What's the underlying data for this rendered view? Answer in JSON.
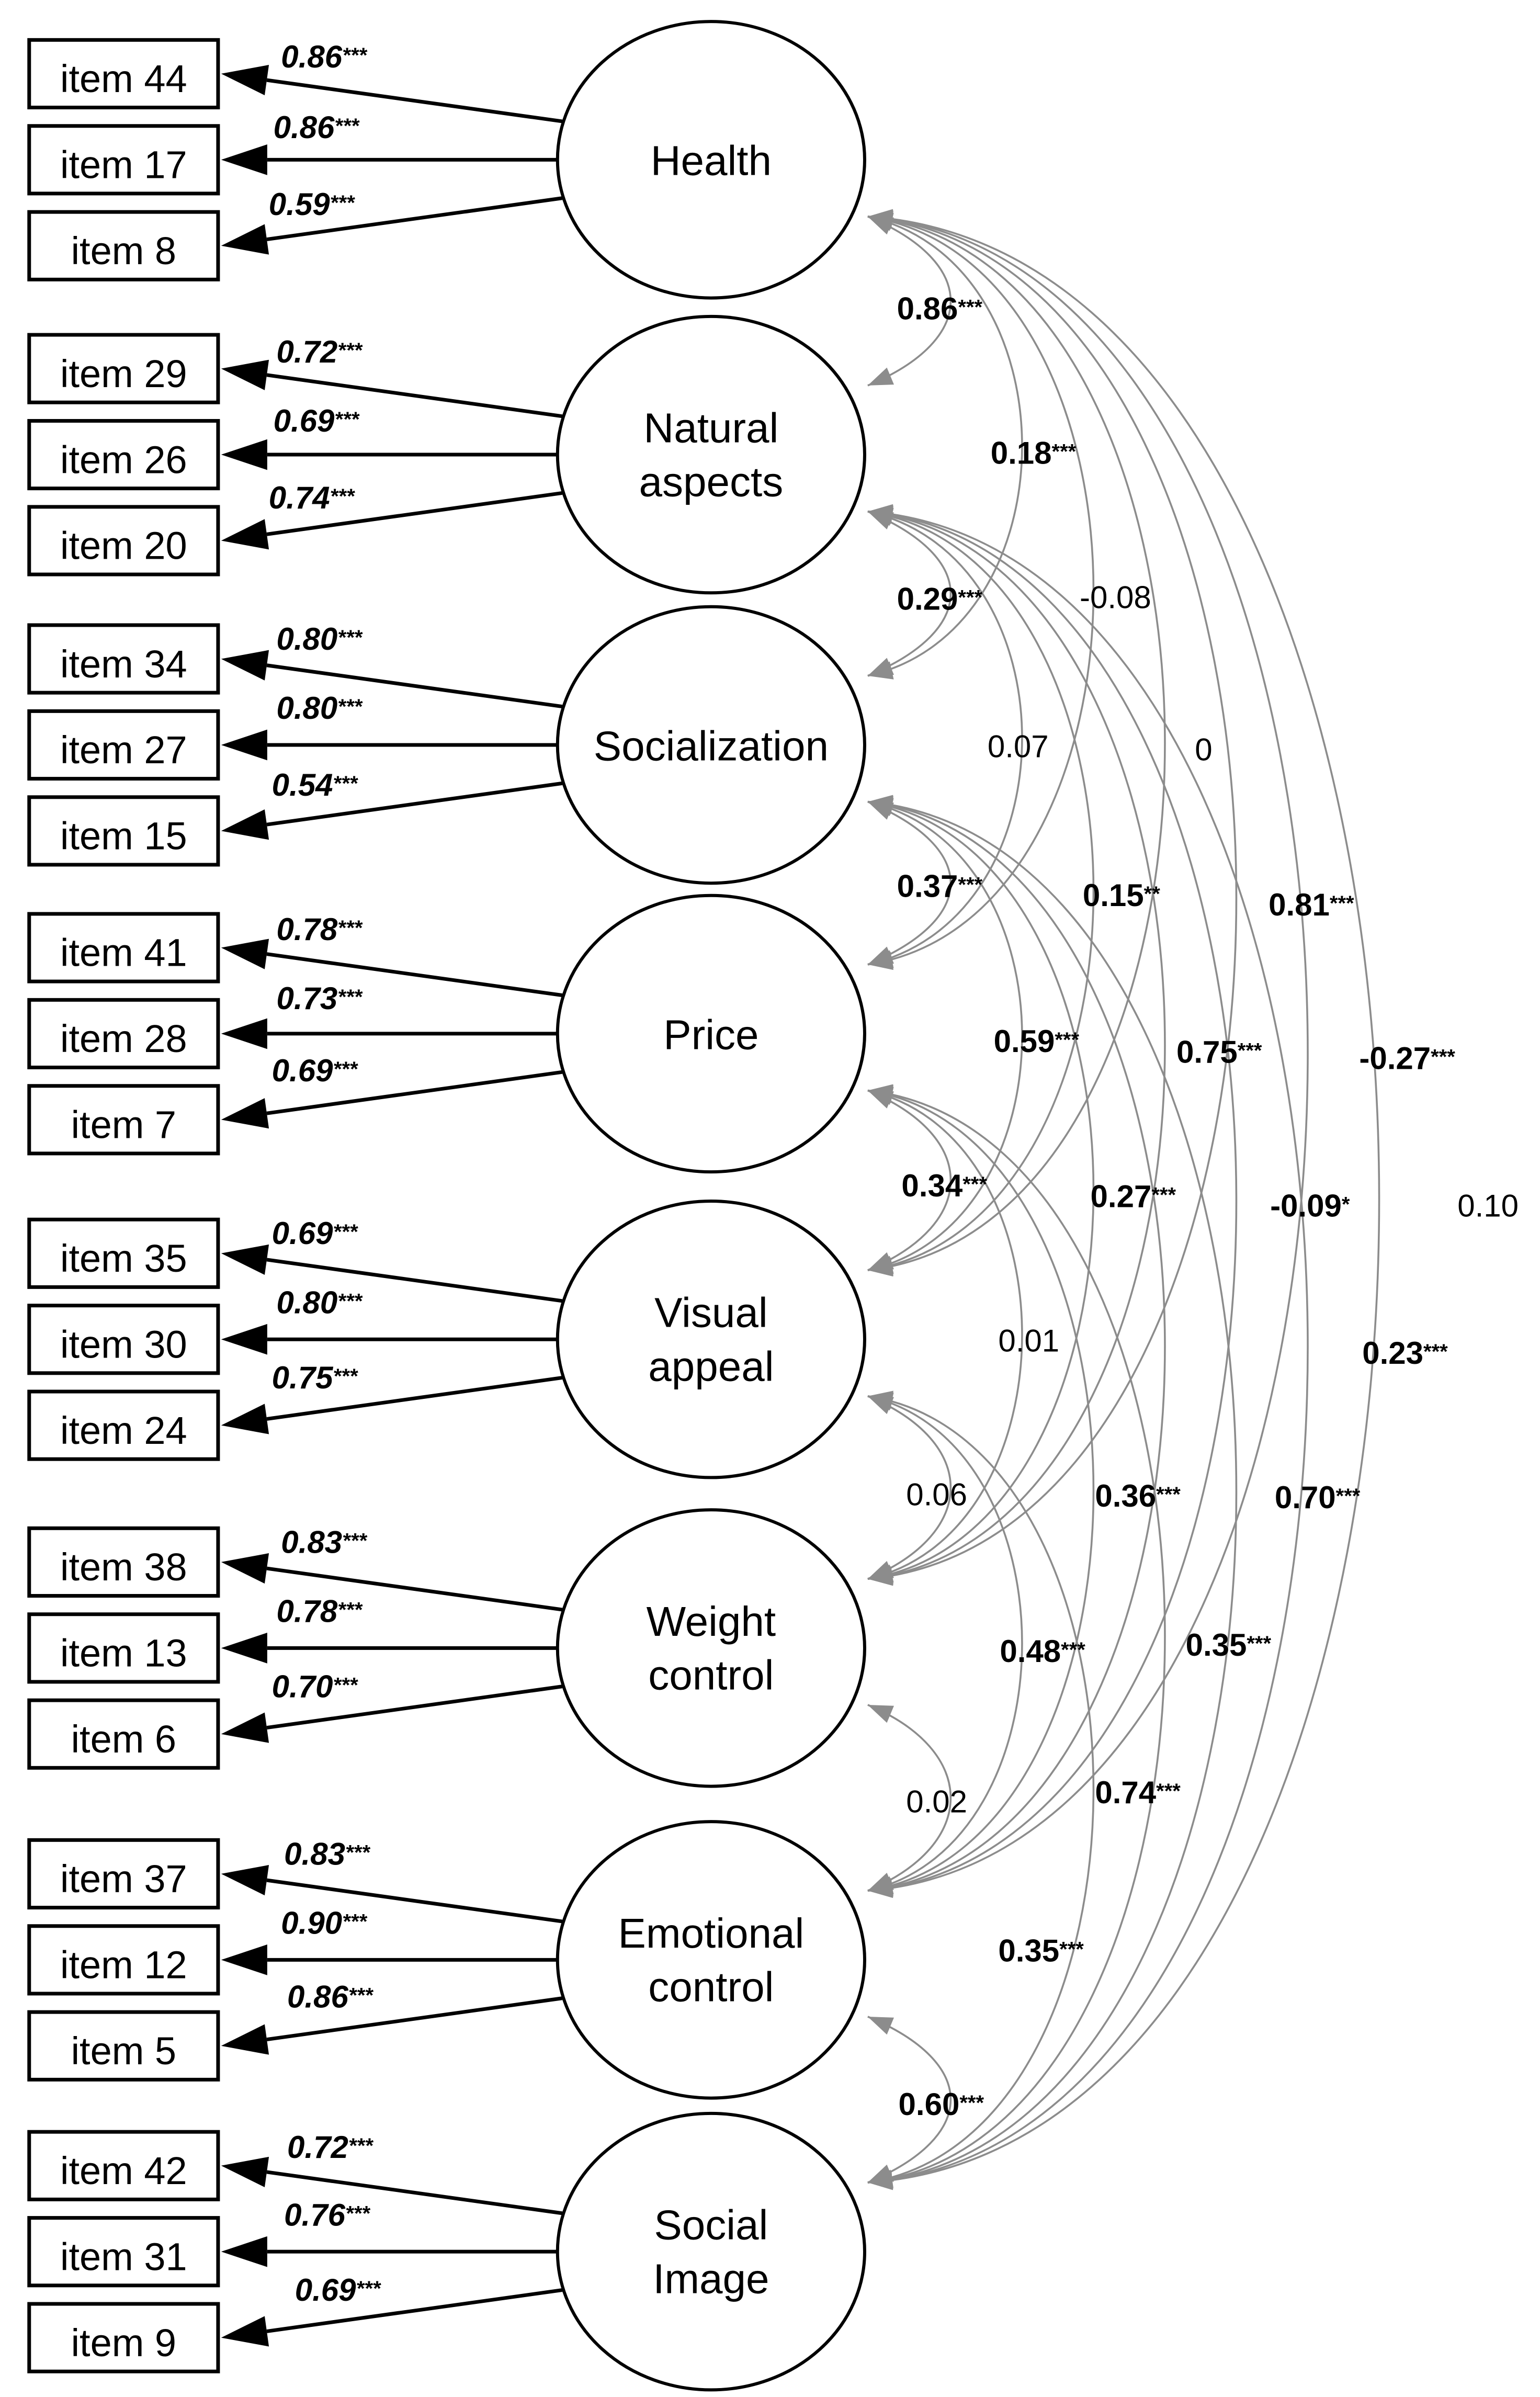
{
  "factors": [
    {
      "id": "health",
      "lines": [
        "Health"
      ],
      "items": [
        {
          "label": "item 44",
          "loading": "0.86",
          "stars": "***"
        },
        {
          "label": "item 17",
          "loading": "0.86",
          "stars": "***"
        },
        {
          "label": "item 8",
          "loading": "0.59",
          "stars": "***"
        }
      ]
    },
    {
      "id": "natural",
      "lines": [
        "Natural",
        "aspects"
      ],
      "items": [
        {
          "label": "item 29",
          "loading": "0.72",
          "stars": "***"
        },
        {
          "label": "item 26",
          "loading": "0.69",
          "stars": "***"
        },
        {
          "label": "item 20",
          "loading": "0.74",
          "stars": "***"
        }
      ]
    },
    {
      "id": "social",
      "lines": [
        "Socialization"
      ],
      "items": [
        {
          "label": "item 34",
          "loading": "0.80",
          "stars": "***"
        },
        {
          "label": "item 27",
          "loading": "0.80",
          "stars": "***"
        },
        {
          "label": "item 15",
          "loading": "0.54",
          "stars": "***"
        }
      ]
    },
    {
      "id": "price",
      "lines": [
        "Price"
      ],
      "items": [
        {
          "label": "item 41",
          "loading": "0.78",
          "stars": "***"
        },
        {
          "label": "item 28",
          "loading": "0.73",
          "stars": "***"
        },
        {
          "label": "item 7",
          "loading": "0.69",
          "stars": "***"
        }
      ]
    },
    {
      "id": "visual",
      "lines": [
        "Visual",
        "appeal"
      ],
      "items": [
        {
          "label": "item 35",
          "loading": "0.69",
          "stars": "***"
        },
        {
          "label": "item 30",
          "loading": "0.80",
          "stars": "***"
        },
        {
          "label": "item 24",
          "loading": "0.75",
          "stars": "***"
        }
      ]
    },
    {
      "id": "weight",
      "lines": [
        "Weight",
        "control"
      ],
      "items": [
        {
          "label": "item 38",
          "loading": "0.83",
          "stars": "***"
        },
        {
          "label": "item 13",
          "loading": "0.78",
          "stars": "***"
        },
        {
          "label": "item 6",
          "loading": "0.70",
          "stars": "***"
        }
      ]
    },
    {
      "id": "emotional",
      "lines": [
        "Emotional",
        "control"
      ],
      "items": [
        {
          "label": "item 37",
          "loading": "0.83",
          "stars": "***"
        },
        {
          "label": "item 12",
          "loading": "0.90",
          "stars": "***"
        },
        {
          "label": "item 5",
          "loading": "0.86",
          "stars": "***"
        }
      ]
    },
    {
      "id": "image",
      "lines": [
        "Social",
        "Image"
      ],
      "items": [
        {
          "label": "item 42",
          "loading": "0.72",
          "stars": "***"
        },
        {
          "label": "item 31",
          "loading": "0.76",
          "stars": "***"
        },
        {
          "label": "item 9",
          "loading": "0.69",
          "stars": "***"
        }
      ]
    }
  ],
  "covariances": [
    {
      "from": 0,
      "to": 1,
      "value": "0.86",
      "stars": "***",
      "bold": true
    },
    {
      "from": 0,
      "to": 2,
      "value": "0.18",
      "stars": "***",
      "bold": true
    },
    {
      "from": 0,
      "to": 3,
      "value": "-0.08",
      "stars": "",
      "bold": false
    },
    {
      "from": 0,
      "to": 4,
      "value": "0",
      "stars": "",
      "bold": false
    },
    {
      "from": 0,
      "to": 5,
      "value": "0.81",
      "stars": "***",
      "bold": true
    },
    {
      "from": 0,
      "to": 6,
      "value": "-0.27",
      "stars": "***",
      "bold": true
    },
    {
      "from": 0,
      "to": 7,
      "value": "0.10",
      "stars": "",
      "bold": false
    },
    {
      "from": 1,
      "to": 2,
      "value": "0.29",
      "stars": "***",
      "bold": true
    },
    {
      "from": 1,
      "to": 3,
      "value": "0.07",
      "stars": "",
      "bold": false
    },
    {
      "from": 1,
      "to": 4,
      "value": "0.15",
      "stars": "**",
      "bold": true
    },
    {
      "from": 1,
      "to": 5,
      "value": "0.75",
      "stars": "***",
      "bold": true
    },
    {
      "from": 1,
      "to": 6,
      "value": "-0.09",
      "stars": "*",
      "bold": true
    },
    {
      "from": 1,
      "to": 7,
      "value": "0.23",
      "stars": "***",
      "bold": true
    },
    {
      "from": 2,
      "to": 3,
      "value": "0.37",
      "stars": "***",
      "bold": true
    },
    {
      "from": 2,
      "to": 4,
      "value": "0.59",
      "stars": "***",
      "bold": true
    },
    {
      "from": 2,
      "to": 5,
      "value": "0.27",
      "stars": "***",
      "bold": true
    },
    {
      "from": 2,
      "to": 6,
      "value": "0.70",
      "stars": "***",
      "bold": true
    },
    {
      "from": 2,
      "to": 7,
      "value": "0.35",
      "stars": "***",
      "bold": true
    },
    {
      "from": 3,
      "to": 4,
      "value": "0.34",
      "stars": "***",
      "bold": true
    },
    {
      "from": 3,
      "to": 5,
      "value": "0.01",
      "stars": "",
      "bold": false
    },
    {
      "from": 3,
      "to": 6,
      "value": "0.36",
      "stars": "***",
      "bold": true
    },
    {
      "from": 3,
      "to": 7,
      "value": "0.74",
      "stars": "***",
      "bold": true
    },
    {
      "from": 4,
      "to": 5,
      "value": "0.06",
      "stars": "",
      "bold": false
    },
    {
      "from": 4,
      "to": 6,
      "value": "0.48",
      "stars": "***",
      "bold": true
    },
    {
      "from": 4,
      "to": 7,
      "value": "0.35",
      "stars": "***",
      "bold": true
    },
    {
      "from": 5,
      "to": 6,
      "value": "0.02",
      "stars": "",
      "bold": false
    },
    {
      "from": 6,
      "to": 7,
      "value": "0.60",
      "stars": "***",
      "bold": true
    }
  ]
}
